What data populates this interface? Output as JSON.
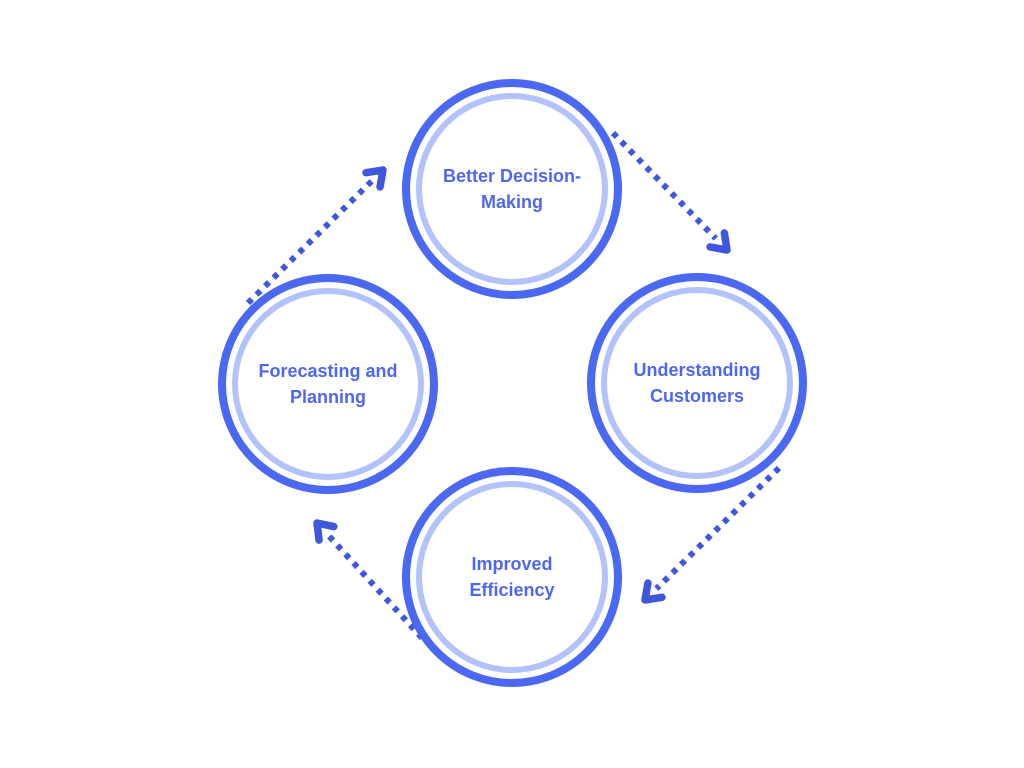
{
  "diagram": {
    "type": "cycle-diagram",
    "nodes": [
      {
        "id": "top",
        "label": "Better Decision-Making"
      },
      {
        "id": "right",
        "label": "Understanding Customers"
      },
      {
        "id": "bottom",
        "label": "Improved Efficiency"
      },
      {
        "id": "left",
        "label": "Forecasting and Planning"
      }
    ],
    "connections": [
      {
        "from": "Forecasting and Planning",
        "to": "Better Decision-Making",
        "style": "dotted-arrow"
      },
      {
        "from": "Better Decision-Making",
        "to": "Understanding Customers",
        "style": "dotted-arrow"
      },
      {
        "from": "Understanding Customers",
        "to": "Improved Efficiency",
        "style": "dotted-arrow"
      },
      {
        "from": "Improved Efficiency",
        "to": "Forecasting and Planning",
        "style": "dotted-arrow"
      }
    ],
    "colors": {
      "ring": "#4a68f2",
      "ring_inner": "#b3c2fa",
      "label": "#4f66ef",
      "arrow": "#3f57dd",
      "background": "#ffffff"
    }
  }
}
